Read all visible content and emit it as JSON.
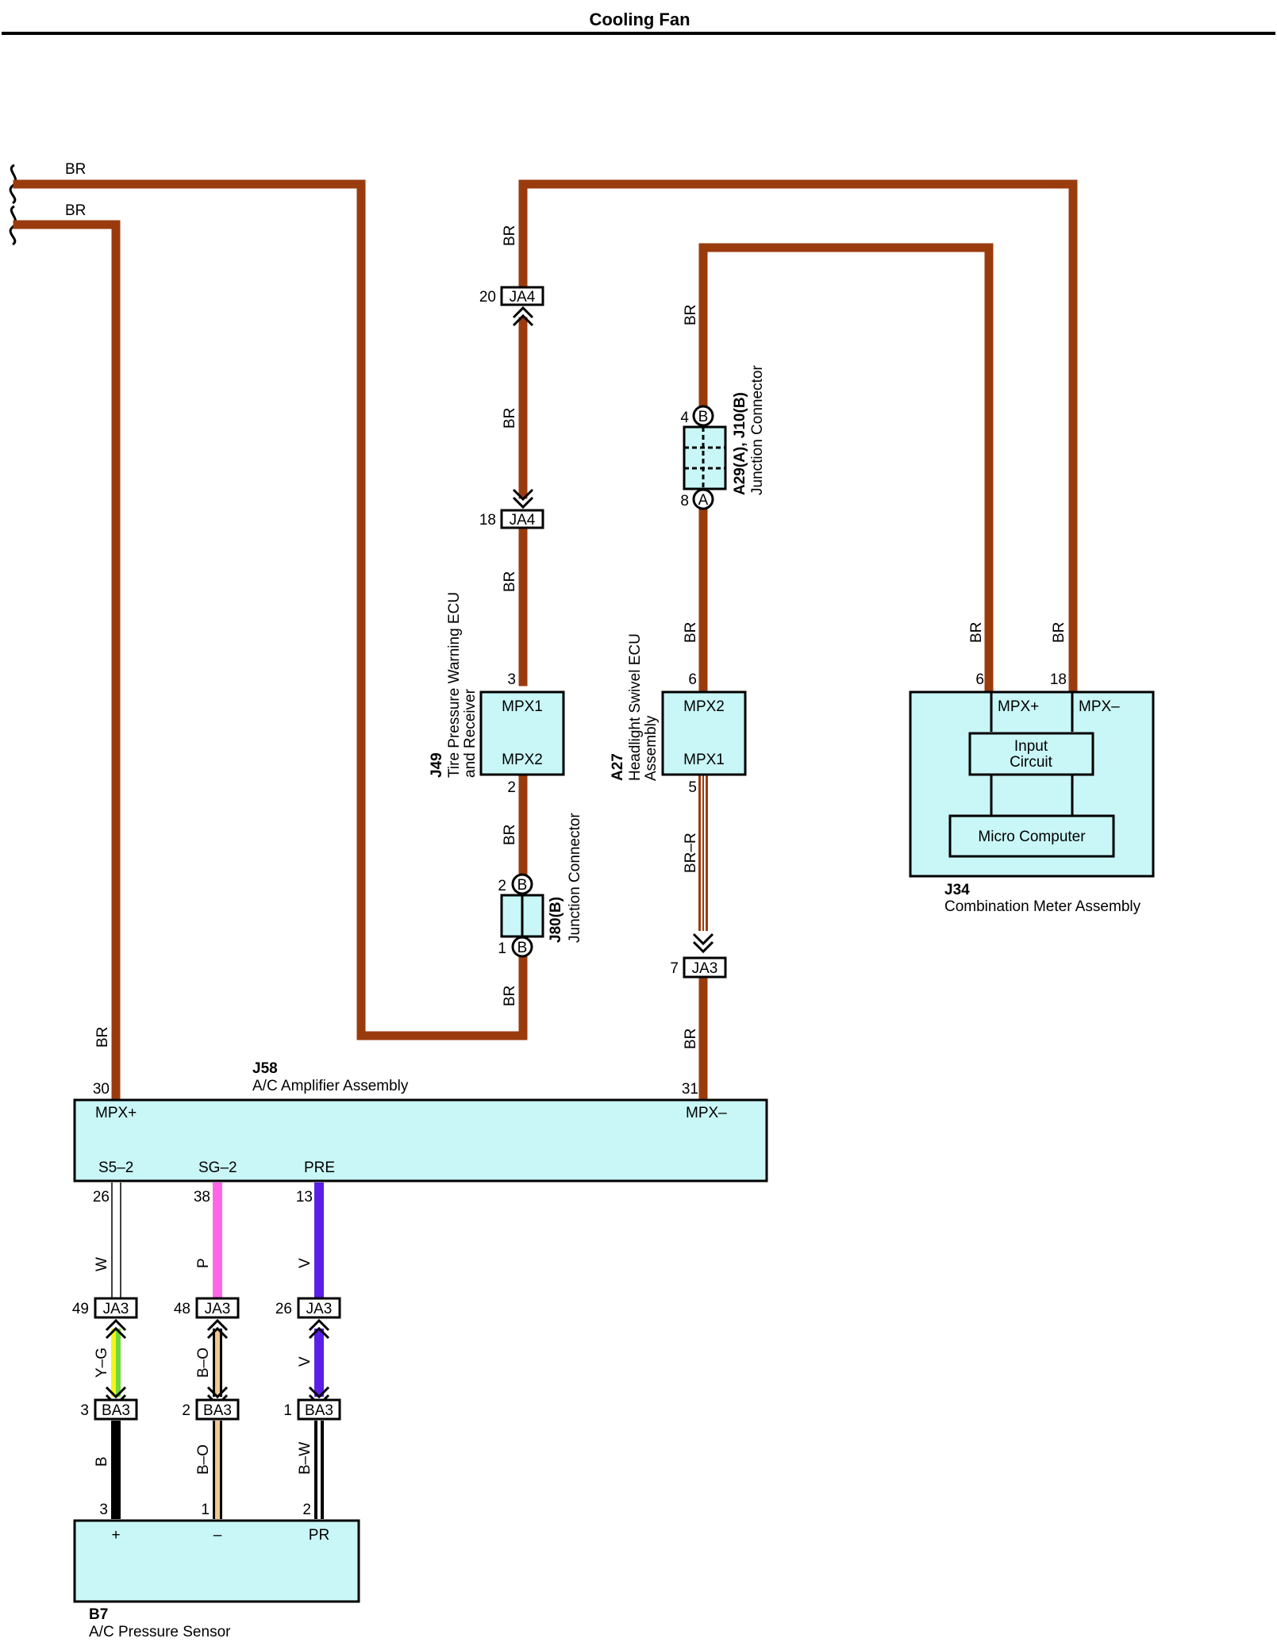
{
  "title": "Cooling Fan",
  "wire_colors": {
    "BR": "#9a3b0e",
    "W": "#ffffff",
    "P": "#ff66e6",
    "V": "#5a1ee6",
    "Y-G_yellow": "#f5f518",
    "Y-G_green": "#6fd83a",
    "B-O_orange": "#f0c890",
    "B": "#000000",
    "component_fill": "#c9f6f6"
  },
  "wires": {
    "br": "BR",
    "w": "W",
    "p": "P",
    "v": "V",
    "yg": "Y–G",
    "bo": "B–O",
    "b": "B",
    "bw": "B–W",
    "brr": "BR–R"
  },
  "connectors": {
    "ja4": "JA4",
    "ja3": "JA3",
    "ba3": "BA3",
    "a": "A",
    "b": "B"
  },
  "pins": {
    "ja4_top": "20",
    "ja4_bottom": "18",
    "j49_top": "3",
    "j49_bottom": "2",
    "j80_top": "2",
    "j80_bottom": "1",
    "a29_top": "4",
    "a29_bottom": "8",
    "a27_top": "6",
    "a27_bottom": "5",
    "ja3_a27": "7",
    "j34_mpxplus": "6",
    "j34_mpxminus": "18",
    "j58_mpxplus": "30",
    "j58_mpxminus": "31",
    "j58_s5": "26",
    "j58_sg": "38",
    "j58_pre": "13",
    "ja3_1": "49",
    "ja3_2": "48",
    "ja3_3": "26",
    "ba3_1": "3",
    "ba3_2": "2",
    "ba3_3": "1",
    "b7_1": "3",
    "b7_2": "1",
    "b7_3": "2"
  },
  "components": {
    "j49": {
      "code": "J49",
      "name_line1": "Tire Pressure Warning ECU",
      "name_line2": "and Receiver",
      "terminal_top": "MPX1",
      "terminal_bottom": "MPX2"
    },
    "a27": {
      "code": "A27",
      "name_line1": "Headlight Swivel ECU",
      "name_line2": "Assembly",
      "terminal_top": "MPX2",
      "terminal_bottom": "MPX1"
    },
    "a29": {
      "code": "A29(A), J10(B)",
      "name": "Junction Connector"
    },
    "j80": {
      "code": "J80(B)",
      "name": "Junction Connector"
    },
    "j34": {
      "code": "J34",
      "name": "Combination Meter Assembly",
      "terminal_plus": "MPX+",
      "terminal_minus": "MPX–",
      "input_line1": "Input",
      "input_line2": "Circuit",
      "micro": "Micro Computer"
    },
    "j58": {
      "code": "J58",
      "name": "A/C Amplifier Assembly",
      "terminal_plus": "MPX+",
      "terminal_minus": "MPX–",
      "s5": "S5–2",
      "sg": "SG–2",
      "pre": "PRE"
    },
    "b7": {
      "code": "B7",
      "name": "A/C Pressure Sensor",
      "plus": "+",
      "minus": "–",
      "pr": "PR"
    }
  }
}
